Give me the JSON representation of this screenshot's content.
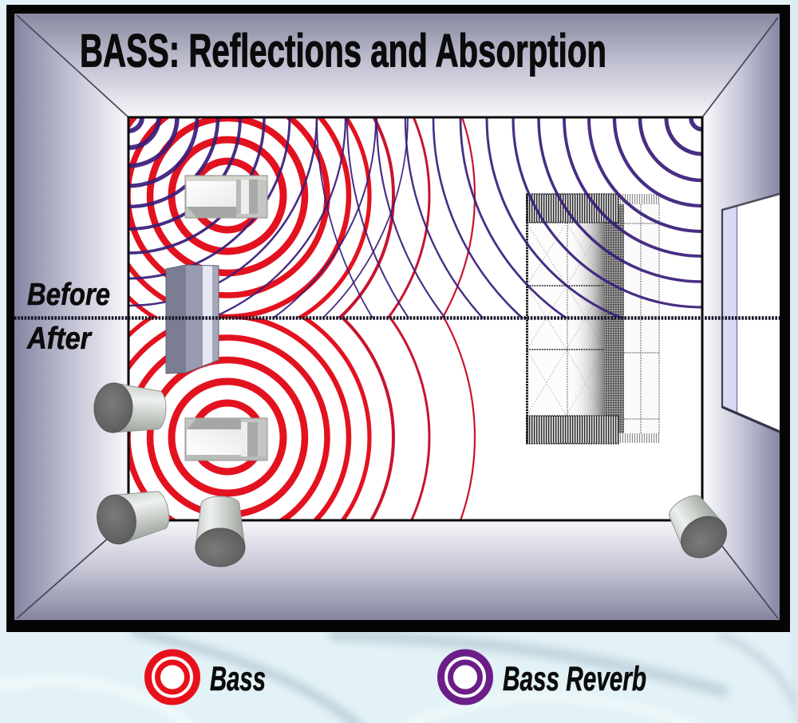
{
  "figure": {
    "title": "BASS: Reflections and Absorption",
    "section_labels": {
      "before": "Before",
      "after": "After"
    },
    "legend": [
      {
        "label": "Bass",
        "icon": "double-ring-icon",
        "color": "#e8111b"
      },
      {
        "label": "Bass Reverb",
        "icon": "double-ring-icon",
        "color": "#6b1e87"
      }
    ]
  },
  "wave_colors": {
    "bass": "#e3121f",
    "bass_far": "#c8142e",
    "bass_reverb": "#381c79"
  }
}
